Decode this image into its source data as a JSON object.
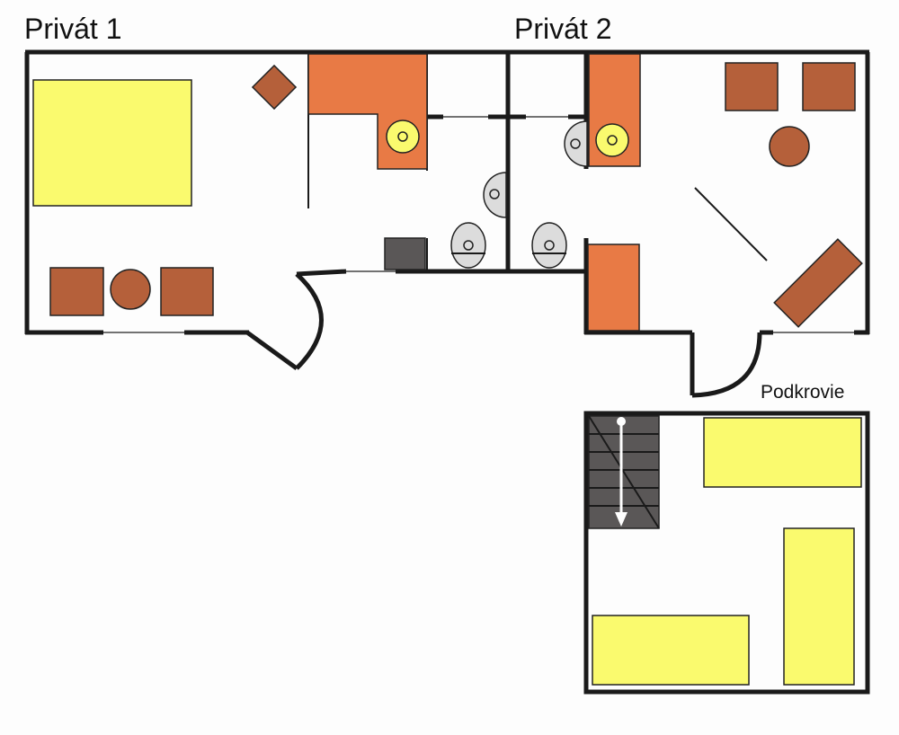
{
  "labels": {
    "privat1": "Privát 1",
    "privat2": "Privát 2",
    "attic": "Podkrovie"
  },
  "colors": {
    "bed": "#fafa6e",
    "furniture": "#b5603a",
    "kitchen": "#e87a45",
    "wall": "#1a1a1a",
    "stairs": "#5a5757"
  }
}
